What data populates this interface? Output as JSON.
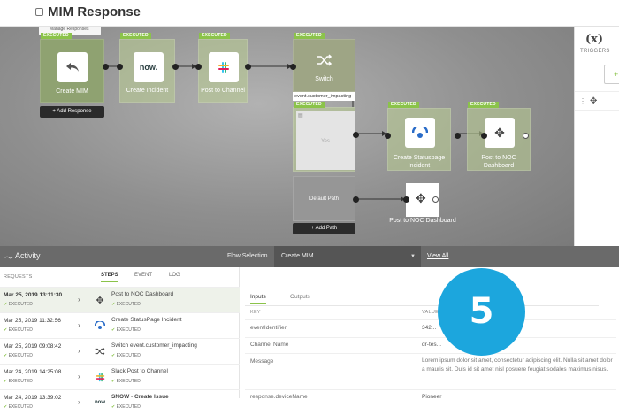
{
  "header": {
    "title": "MIM Response"
  },
  "canvas": {
    "tooltip": "Manage Responses",
    "nodes": {
      "create_mim": {
        "label": "Create MIM",
        "badge": "EXECUTED"
      },
      "create_incident": {
        "label": "Create Incident",
        "badge": "EXECUTED",
        "logo_text": "now."
      },
      "post_channel": {
        "label": "Post to Channel",
        "badge": "EXECUTED"
      },
      "switch": {
        "label": "Switch",
        "badge": "EXECUTED",
        "sublabel": "event.customer_impacting"
      },
      "yes_branch": {
        "label": "Yes",
        "badge": "EXECUTED"
      },
      "statuspage": {
        "label": "Create Statuspage Incident",
        "badge": "EXECUTED"
      },
      "post_noc_1": {
        "label": "Post to NOC Dashboard",
        "badge": "EXECUTED"
      },
      "default_path": {
        "label": "Default Path"
      },
      "post_noc_2": {
        "label": "Post to NOC Dashboard"
      }
    },
    "add_response_button": "+ Add Response",
    "add_path_button": "+ Add Path"
  },
  "right_panel": {
    "symbol": "(x)",
    "label": "TRIGGERS",
    "plus": "+"
  },
  "activity": {
    "title": "Activity",
    "flow_selection_label": "Flow Selection",
    "flow_selection_value": "Create MIM",
    "view_all": "View All"
  },
  "requests": {
    "header": "REQUESTS",
    "rows": [
      {
        "date": "Mar 25, 2019 13:11:30",
        "status": "EXECUTED"
      },
      {
        "date": "Mar 25, 2019 11:32:56",
        "status": "EXECUTED"
      },
      {
        "date": "Mar 25, 2019 09:08:42",
        "status": "EXECUTED"
      },
      {
        "date": "Mar 24, 2019 14:25:08",
        "status": "EXECUTED"
      },
      {
        "date": "Mar 24, 2019 13:39:02",
        "status": "EXECUTED"
      }
    ]
  },
  "steps": {
    "tabs": [
      "STEPS",
      "EVENT",
      "LOG"
    ],
    "rows": [
      {
        "label": "Post to NOC Dashboard",
        "status": "EXECUTED",
        "icon": "puzzle-icon"
      },
      {
        "label": "Create StatusPage Incident",
        "status": "EXECUTED",
        "icon": "statuspage-icon"
      },
      {
        "label": "Switch event.customer_impacting",
        "status": "EXECUTED",
        "icon": "shuffle-icon"
      },
      {
        "label": "Slack Post to Channel",
        "status": "EXECUTED",
        "icon": "slack-icon"
      },
      {
        "label": "SNOW - Create Issue",
        "status": "EXECUTED",
        "icon": "servicenow-icon"
      }
    ]
  },
  "details": {
    "tabs": [
      "Inputs",
      "Outputs"
    ],
    "key_header": "KEY",
    "value_header": "VALUE",
    "rows": [
      {
        "key": "eventIdentifier",
        "value": "342..."
      },
      {
        "key": "Channel Name",
        "value": "dr-tes..."
      },
      {
        "key": "Message",
        "value": "Lorem ipsum dolor sit amet, consectetur adipiscing elit. Nulla sit amet dolor a mauris sit. Duis id sit amet nisl posuere feugiat sodales maximus nisus."
      },
      {
        "key": "response.deviceName",
        "value": "Pioneer"
      }
    ]
  },
  "step_number": "5",
  "colors": {
    "accent": "#8bc34a",
    "callout": "#1ca6dd"
  }
}
